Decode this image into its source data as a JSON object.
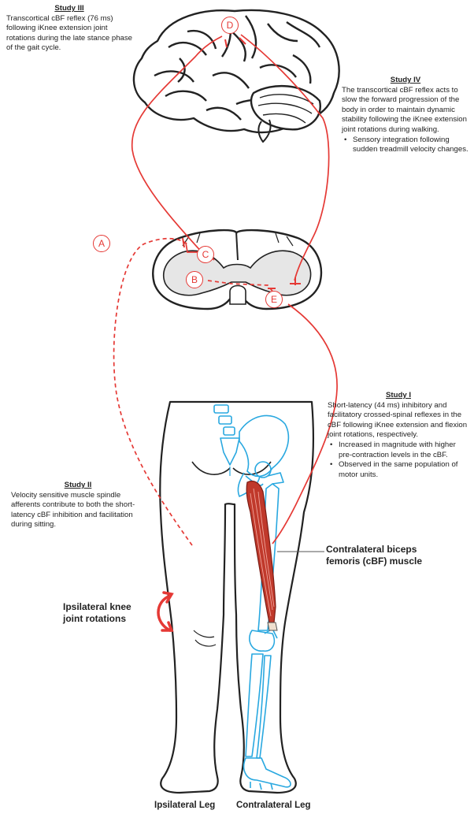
{
  "studies": {
    "study3": {
      "title": "Study III",
      "text": "Transcortical cBF reflex (76 ms) following iKnee extension joint rotations during the late stance phase of the gait cycle."
    },
    "study4": {
      "title": "Study IV",
      "text": "The transcortical cBF reflex acts to slow the forward progression of the body in order to maintain dynamic stability following the iKnee extension joint rotations during walking.",
      "bullets": [
        "Sensory integration following sudden treadmill velocity changes."
      ]
    },
    "study1": {
      "title": "Study I",
      "text": "Short-latency (44 ms) inhibitory and facilitatory crossed-spinal reflexes in the cBF following iKnee extension and flexion joint rotations, respectively.",
      "bullets": [
        "Increased in magnitude with higher pre-contraction levels in the cBF.",
        "Observed in the same population of motor units."
      ]
    },
    "study2": {
      "title": "Study II",
      "text": "Velocity sensitive muscle spindle afferents contribute to both the short-latency cBF inhibition and facilitation during sitting."
    }
  },
  "labels": {
    "muscle_line1": "Contralateral biceps",
    "muscle_line2": "femoris (cBF) muscle",
    "knee_line1": "Ipsilateral knee",
    "knee_line2": "joint rotations",
    "ipsi_leg": "Ipsilateral Leg",
    "contra_leg": "Contralateral Leg"
  },
  "markers": {
    "a": "A",
    "b": "B",
    "c": "C",
    "d": "D",
    "e": "E"
  },
  "colors": {
    "pathway": "#e53935",
    "skeleton": "#29a8e0",
    "muscle": "#c0392b",
    "outline": "#222222",
    "grey_matter": "#e6e6e6"
  }
}
